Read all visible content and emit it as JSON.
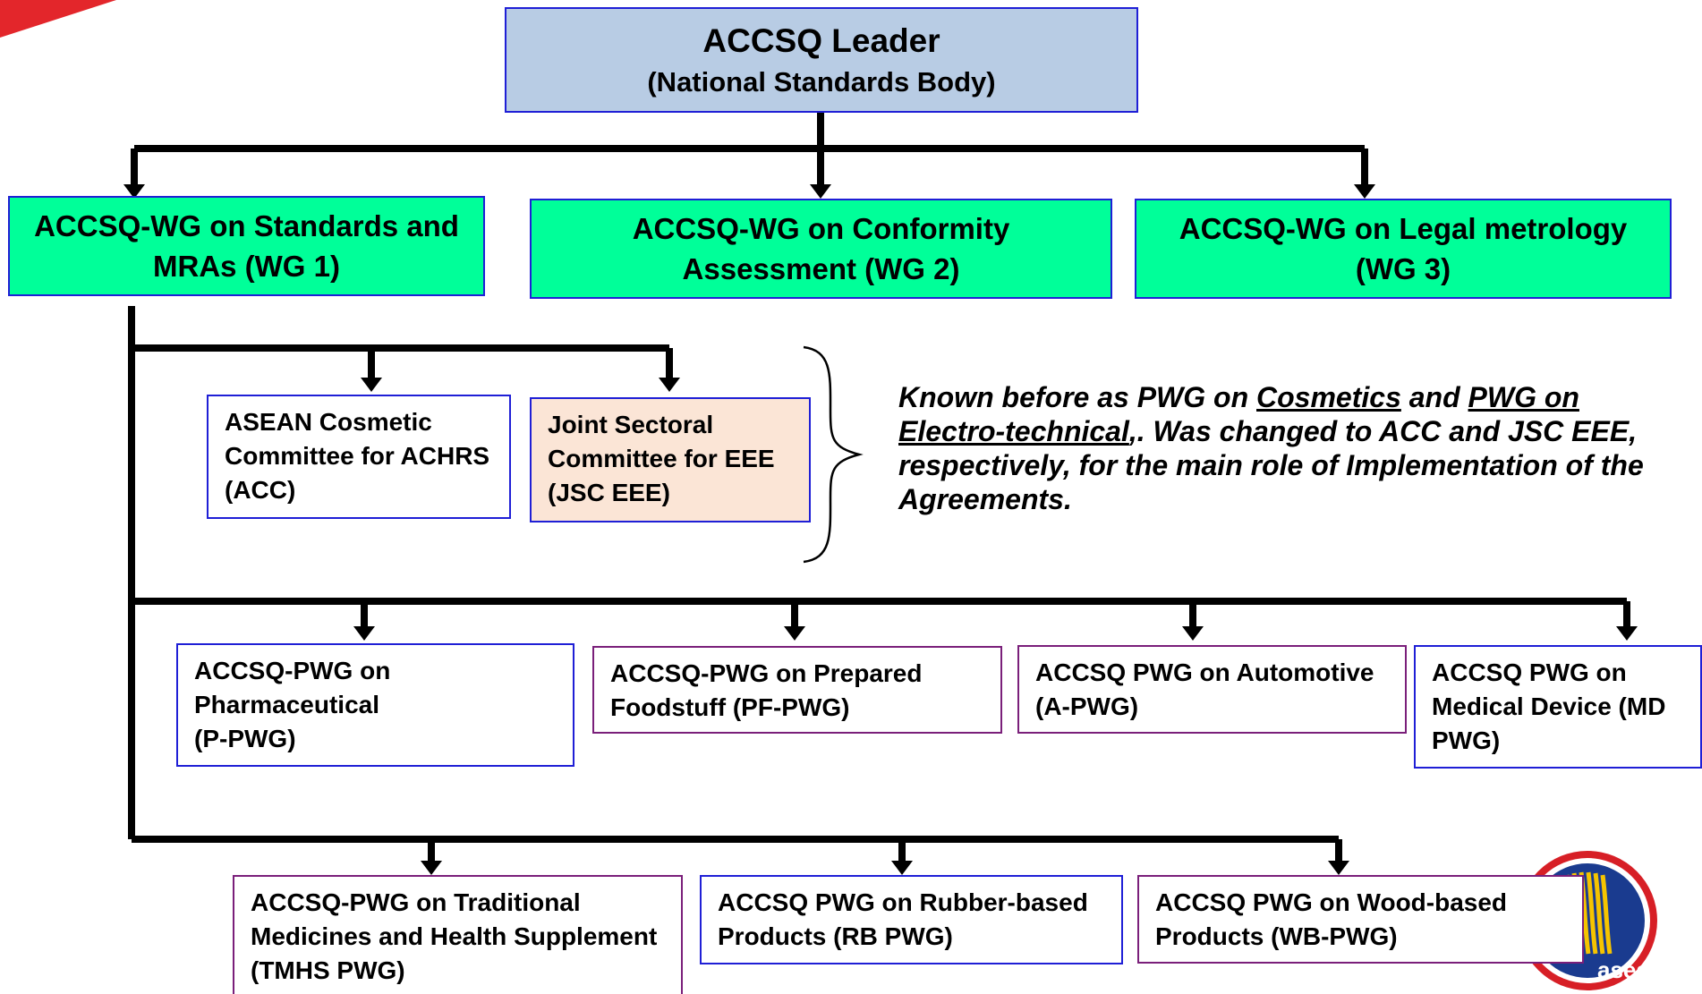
{
  "leader": {
    "title": "ACCSQ Leader",
    "subtitle": "(National Standards Body)"
  },
  "working_groups": [
    {
      "line1": "ACCSQ-WG on Standards and",
      "line2": "MRAs (WG 1)"
    },
    {
      "line1": "ACCSQ-WG on  Conformity",
      "line2": "Assessment (WG 2)"
    },
    {
      "line1": "ACCSQ-WG on Legal metrology",
      "line2": "(WG 3)"
    }
  ],
  "committees": [
    {
      "lines": [
        "ASEAN  Cosmetic",
        "Committee for ACHRS",
        "(ACC)"
      ]
    },
    {
      "lines": [
        "Joint Sectoral",
        "Committee for EEE",
        "(JSC EEE)"
      ]
    }
  ],
  "note": {
    "part1": "Known before as PWG on ",
    "link1": "Cosmetics",
    "part2": " and ",
    "link2": "PWG on Electro-technical",
    "part3": ",.  Was changed to ACC and JSC EEE, respectively,  for the  main role of Implementation of the Agreements."
  },
  "pwg_row1": [
    {
      "lines": [
        "ACCSQ-PWG on",
        "Pharmaceutical",
        "(P-PWG)"
      ]
    },
    {
      "lines": [
        "ACCSQ-PWG on Prepared",
        "Foodstuff (PF-PWG)"
      ]
    },
    {
      "lines": [
        "ACCSQ PWG on Automotive",
        "(A-PWG)"
      ]
    },
    {
      "lines": [
        "ACCSQ PWG on",
        "Medical Device (MD",
        "PWG)"
      ]
    }
  ],
  "pwg_row2": [
    {
      "lines": [
        "ACCSQ-PWG on Traditional",
        "Medicines and Health Supplement",
        "(TMHS PWG)"
      ]
    },
    {
      "lines": [
        "ACCSQ PWG on Rubber-based",
        "Products (RB PWG)"
      ]
    },
    {
      "lines": [
        "ACCSQ PWG on Wood-based",
        "Products (WB-PWG)"
      ]
    }
  ],
  "logo": {
    "text": "asean",
    "colors": {
      "ring": "#d71f26",
      "fill": "#1a3b8f",
      "stalks": "#f5c400"
    }
  },
  "colors": {
    "line": "#000000",
    "border_blue": "#1f1fd6",
    "border_purple": "#7a1f7a",
    "green": "#00ff99",
    "leader": "#b8cce4",
    "peach": "#fbe5d6"
  }
}
